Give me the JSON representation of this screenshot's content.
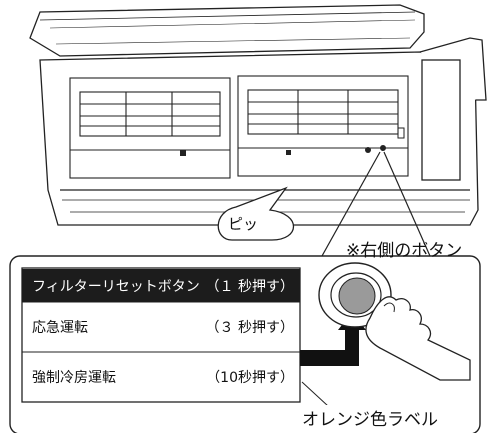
{
  "callouts": {
    "sound": "ピッ",
    "right_button": "※右側のボタン",
    "orange_label": "オレンジ色ラベル"
  },
  "buttons": [
    {
      "name": "フィルターリセットボタン",
      "note": "（１ 秒押す）"
    },
    {
      "name": "応急運転",
      "note": "（３ 秒押す）"
    },
    {
      "name": "強制冷房運転",
      "note": "（10秒押す）"
    }
  ]
}
